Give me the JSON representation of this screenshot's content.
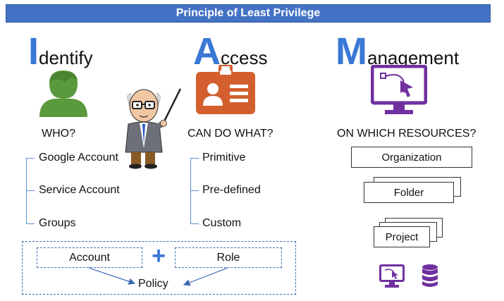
{
  "title": "Principle of Least Privilege",
  "identify": {
    "first_letter": "I",
    "rest": "dentify",
    "question": "WHO?",
    "items": [
      "Google Account",
      "Service Account",
      "Groups"
    ]
  },
  "access": {
    "first_letter": "A",
    "rest": "ccess",
    "question": "CAN DO WHAT?",
    "items": [
      "Primitive",
      "Pre-defined",
      "Custom"
    ]
  },
  "management": {
    "first_letter": "M",
    "rest": "anagement",
    "question": "ON WHICH RESOURCES?",
    "hierarchy": [
      "Organization",
      "Folder",
      "Project"
    ]
  },
  "policy": {
    "account_label": "Account",
    "plus": "+",
    "role_label": "Role",
    "result_label": "Policy"
  },
  "colors": {
    "title_bar": "#4472C4",
    "heading_letter": "#3a78d6",
    "user_icon": "#5b9a3c",
    "badge_icon": "#d35f2e",
    "management_icon": "#7030a0",
    "dashed_border": "#3d6bb3"
  },
  "icons": {
    "identify": "user-icon",
    "access": "id-badge-icon",
    "management": "monitor-vector-icon",
    "presenter": "presenter-clipart",
    "small_monitor": "monitor-vector-icon",
    "database": "database-icon"
  }
}
